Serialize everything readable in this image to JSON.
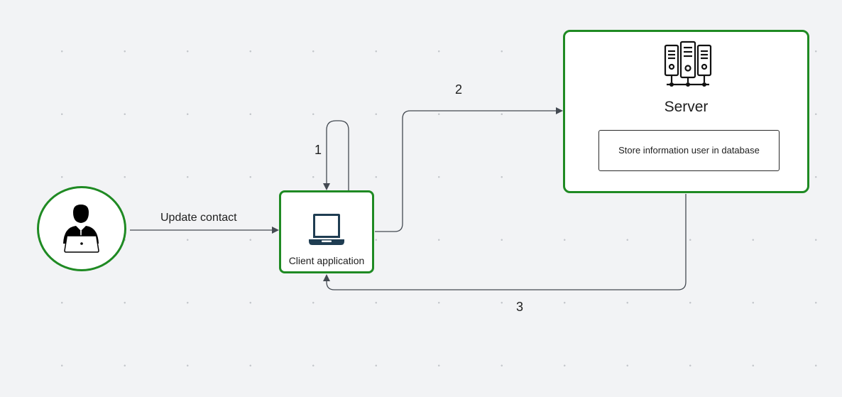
{
  "nodes": {
    "user": {
      "icon": "user-at-laptop-icon"
    },
    "client": {
      "label": "Client application",
      "icon": "laptop-icon"
    },
    "server": {
      "title": "Server",
      "icon": "server-rack-icon",
      "note": "Store information user in database"
    }
  },
  "edges": {
    "user_to_client": "Update contact",
    "self_loop": "1",
    "client_to_server": "2",
    "server_to_client": "3"
  },
  "colors": {
    "node_border": "#1f8a23",
    "edge": "#444a52",
    "background": "#f2f3f5"
  }
}
